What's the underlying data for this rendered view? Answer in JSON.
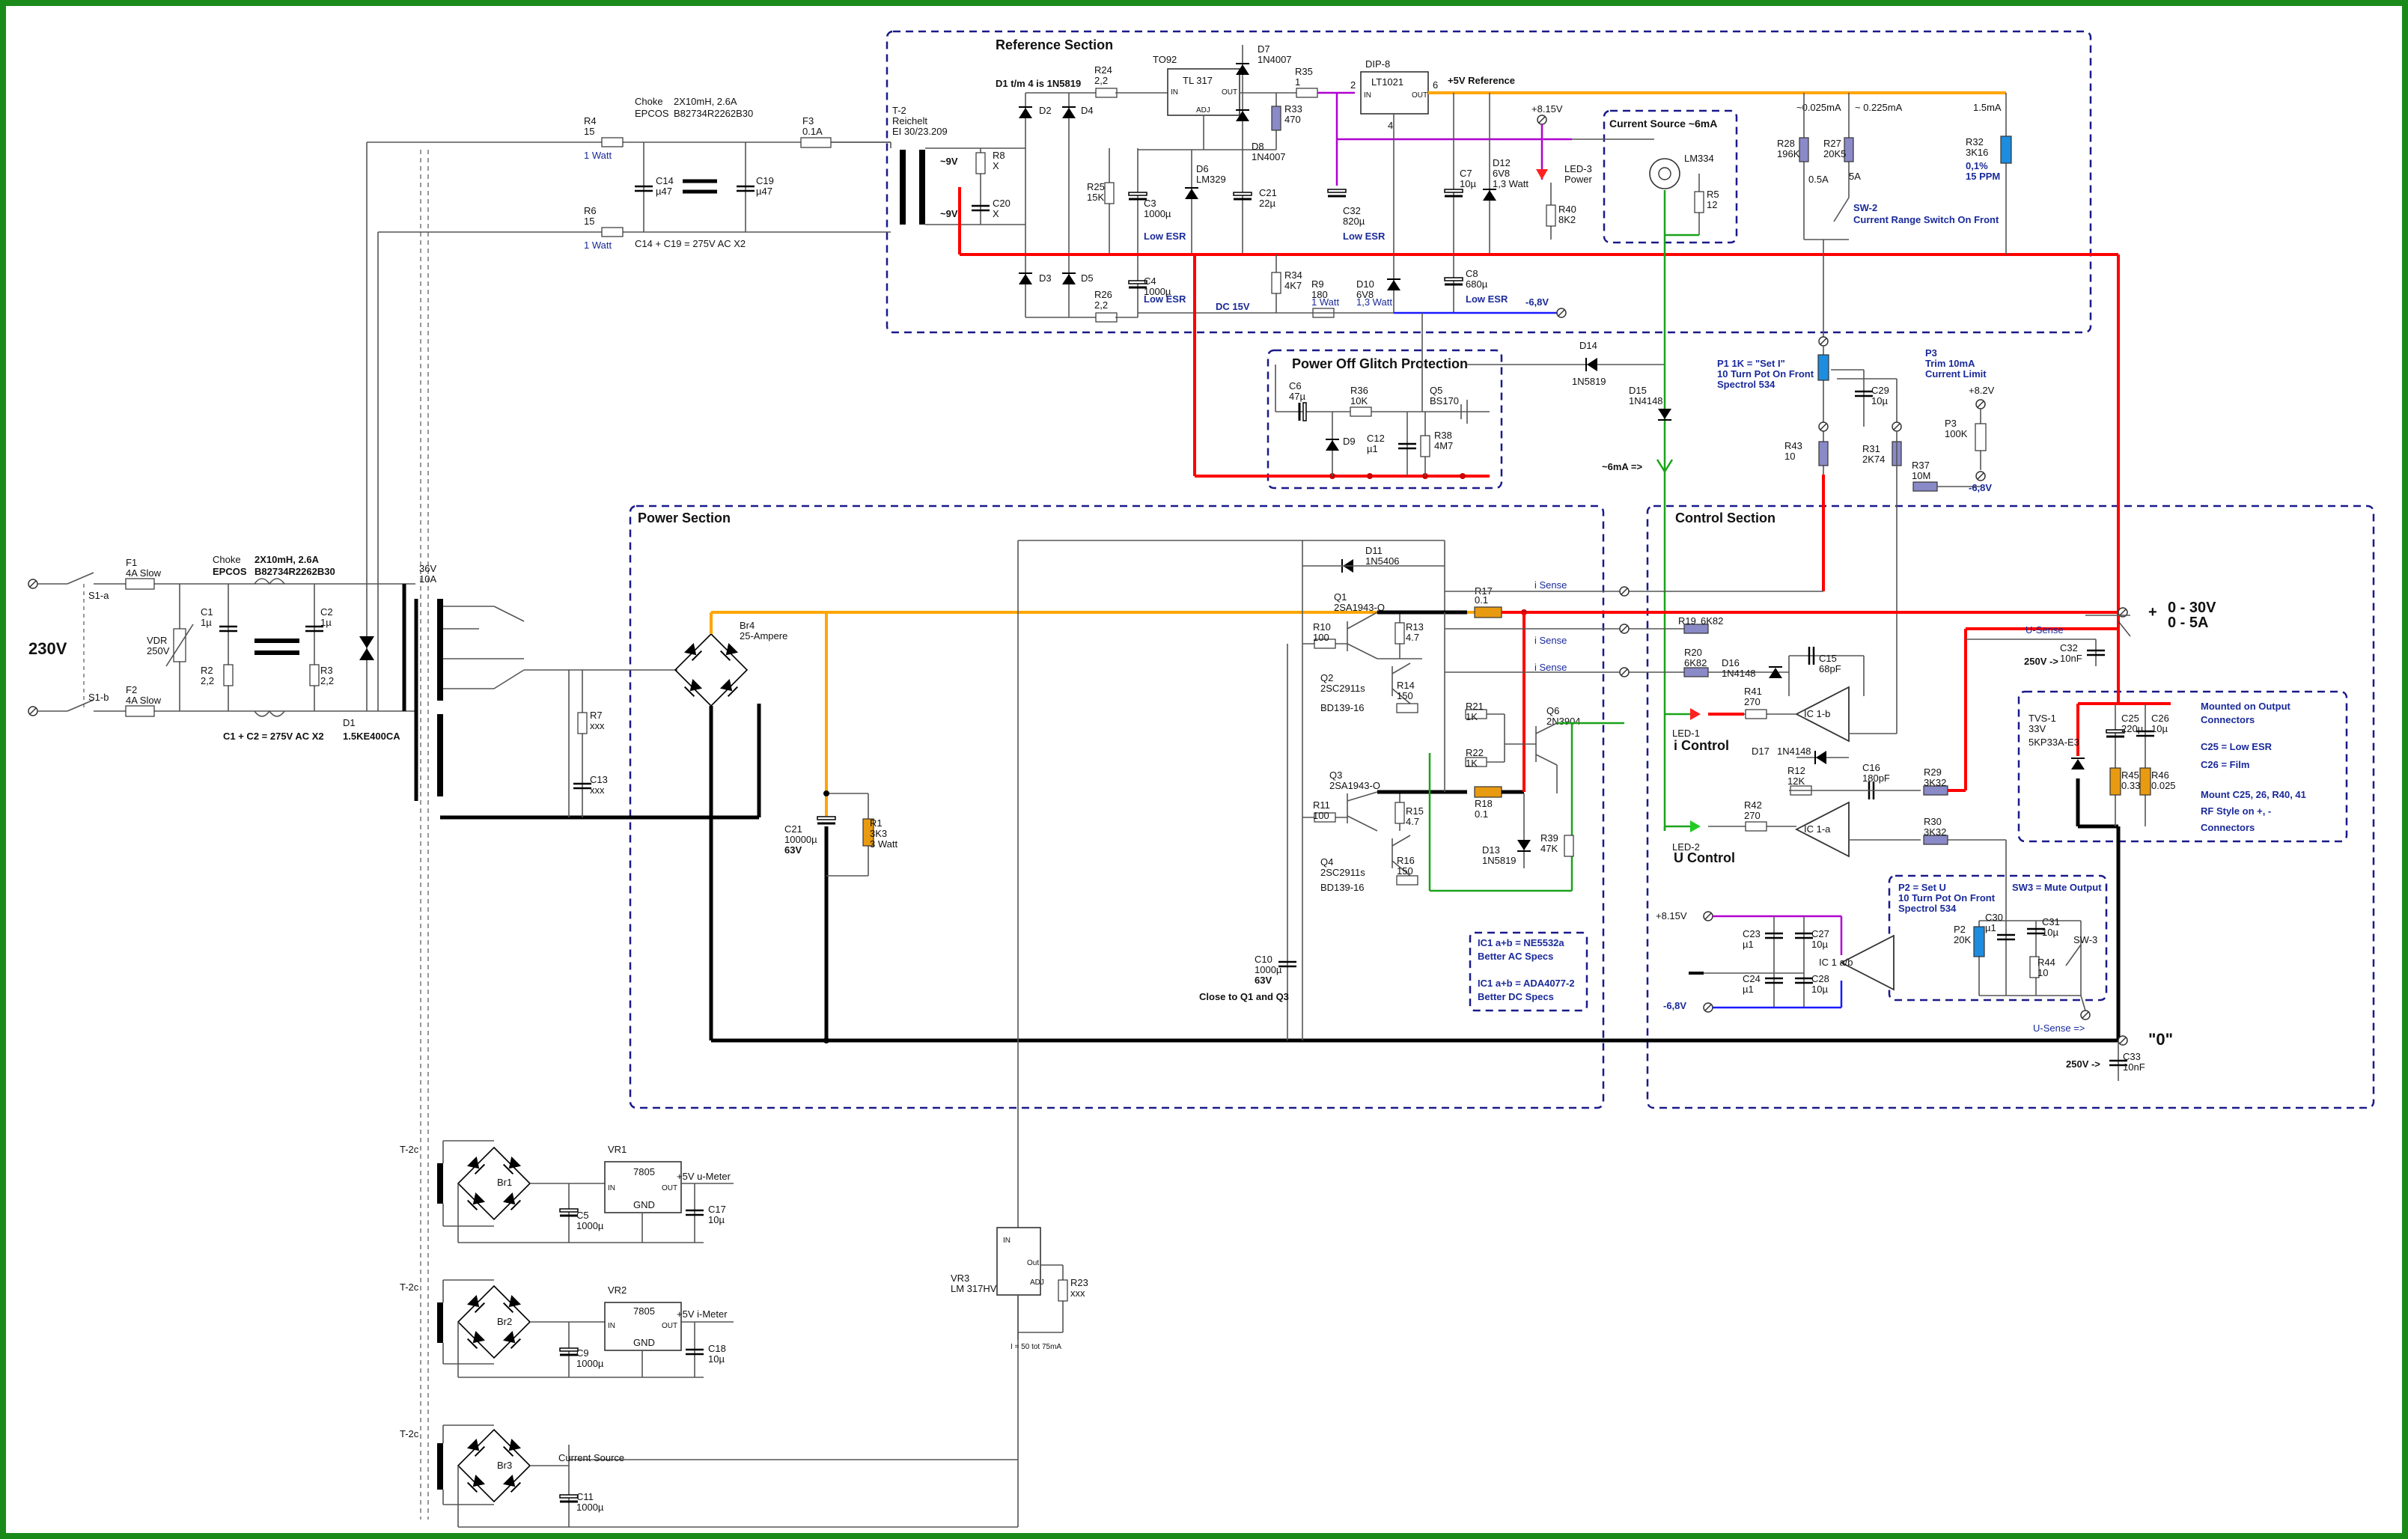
{
  "sections": {
    "reference": "Reference Section",
    "power": "Power Section",
    "control": "Control Section",
    "glitch": "Power Off Glitch Protection",
    "current_source": "Current Source ~6mA"
  },
  "mains": {
    "voltage": "230V",
    "s1a": "S1-a",
    "s1b": "S1-b",
    "f1": "F1",
    "f1v": "4A Slow",
    "f2": "F2",
    "f2v": "4A Slow",
    "vdr": "VDR",
    "vdrv": "250V",
    "c1": "C1",
    "c1v": "1µ",
    "r2": "R2",
    "r2v": "2,2",
    "choke": "Choke",
    "choke_v": "2X10mH, 2.6A",
    "epcos": "EPCOS",
    "part": "B82734R2262B30",
    "c2": "C2",
    "c2v": "1µ",
    "r3": "R3",
    "r3v": "2,2",
    "d1": "D1",
    "d1v": "1.5KE400CA",
    "note": "C1 + C2 = 275V AC X2",
    "trafo": "36V",
    "trafo_a": "10A"
  },
  "aux": {
    "r4": "R4",
    "r4v": "15",
    "r4w": "1 Watt",
    "r6": "R6",
    "r6v": "15",
    "r6w": "1 Watt",
    "choke": "Choke",
    "choke_v": "2X10mH, 2.6A",
    "epcos": "EPCOS",
    "part": "B82734R2262B30",
    "c14": "C14",
    "c14v": "µ47",
    "c19": "C19",
    "c19v": "µ47",
    "note": "C14 + C19 = 275V AC X2",
    "f3": "F3",
    "f3v": "0.1A",
    "t2": "T-2",
    "t2a": "Reichelt",
    "t2b": "EI 30/23.209",
    "p9": "~9V",
    "n9": "~9V"
  },
  "ref": {
    "d1note": "D1 t/m 4 is 1N5819",
    "d2": "D2",
    "d3": "D3",
    "d4": "D4",
    "d5": "D5",
    "r8": "R8",
    "r8v": "X",
    "c20": "C20",
    "c20v": "X",
    "r24": "R24",
    "r24v": "2,2",
    "r26": "R26",
    "r26v": "2,2",
    "r25": "R25",
    "r25v": "15K",
    "to92": "TO92",
    "tl317": "TL 317",
    "in": "IN",
    "out": "OUT",
    "adj": "ADJ",
    "c3": "C3",
    "c3v": "1000µ",
    "esr1": "Low ESR",
    "c4": "C4",
    "c4v": "1000µ",
    "esr2": "Low ESR",
    "d6": "D6",
    "d6v": "LM329",
    "d7": "D7",
    "d7v": "1N4007",
    "d8": "D8",
    "d8v": "1N4007",
    "r33": "R33",
    "r33v": "470",
    "c21": "C21",
    "c21v": "22µ",
    "r34": "R34",
    "r34v": "4K7",
    "r9": "R9",
    "r9v": "180",
    "r9w": "1 Watt",
    "dc15": "DC 15V",
    "r35": "R35",
    "r35v": "1",
    "dip8": "DIP-8",
    "lt1021": "LT1021",
    "pin2": "2",
    "pin6": "6",
    "pin4": "4",
    "c32": "C32",
    "c32v": "820µ",
    "esr3": "Low ESR",
    "d10": "D10",
    "d10v": "6V8",
    "d10w": "1,3 Watt",
    "ref5": "+5V Reference",
    "v815": "+8.15V",
    "c7": "C7",
    "c7v": "10µ",
    "d12": "D12",
    "d12v": "6V8",
    "d12w": "1,3 Watt",
    "led3": "LED-3",
    "led3v": "Power",
    "r40": "R40",
    "r40v": "8K2",
    "c8": "C8",
    "c8v": "680µ",
    "esr4": "Low ESR",
    "neg": "-6,8V",
    "lm334": "LM334",
    "r5": "R5",
    "r5v": "12"
  },
  "range": {
    "i1": "~0.025mA",
    "i2": "~ 0.225mA",
    "i3": "1.5mA",
    "r28": "R28",
    "r28v": "196K",
    "r27": "R27",
    "r27v": "20K5",
    "a05": "0.5A",
    "a5": "5A",
    "sw2": "SW-2",
    "sw2d": "Current Range Switch On Front",
    "r32": "R32",
    "r32v": "3K16",
    "r32a": "0,1%",
    "r32b": "15 PPM"
  },
  "glitch": {
    "c6": "C6",
    "c6v": "47µ",
    "r36": "R36",
    "r36v": "10K",
    "q5": "Q5",
    "q5v": "BS170",
    "d9": "D9",
    "c12": "C12",
    "c12v": "µ1",
    "r38": "R38",
    "r38v": "4M7",
    "d14": "D14",
    "d14v": "1N5819",
    "d15": "D15",
    "d15v": "1N4148",
    "ma6": "~6mA =>"
  },
  "pots": {
    "p1": "P1 1K = \"Set I\"",
    "p1a": "10 Turn Pot On Front",
    "p1b": "Spectrol 534",
    "p3h": "P3",
    "p3a": "Trim 10mA",
    "p3b": "Current Limit",
    "c29": "C29",
    "c29v": "10µ",
    "r43": "R43",
    "r43v": "10",
    "r31": "R31",
    "r31v": "2K74",
    "r37": "R37",
    "r37v": "10M",
    "p3": "P3",
    "p3v": "100K",
    "v82": "+8.2V",
    "v68": "-6,8V"
  },
  "power": {
    "br4": "Br4",
    "br4v": "25-Ampere",
    "r7": "R7",
    "r7v": "xxx",
    "c13": "C13",
    "c13v": "xxx",
    "c21": "C21",
    "c21v": "10000µ",
    "c21w": "63V",
    "r1": "R1",
    "r1v": "3K3",
    "r1w": "3 Watt",
    "d11": "D11",
    "d11v": "1N5406",
    "q1": "Q1",
    "q1v": "2SA1943-O",
    "r10": "R10",
    "r10v": "100",
    "r13": "R13",
    "r13v": "4.7",
    "q2": "Q2",
    "q2v": "2SC2911s",
    "q2b": "BD139-16",
    "r14": "R14",
    "r14v": "150",
    "r17": "R17",
    "r17v": "0.1",
    "q3": "Q3",
    "q3v": "2SA1943-O",
    "r11": "R11",
    "r11v": "100",
    "r15": "R15",
    "r15v": "4.7",
    "q4": "Q4",
    "q4v": "2SC2911s",
    "q4b": "BD139-16",
    "r16": "R16",
    "r16v": "150",
    "r18": "R18",
    "r18v": "0.1",
    "r21": "R21",
    "r21v": "1K",
    "r22": "R22",
    "r22v": "1K",
    "q6": "Q6",
    "q6v": "2N3904",
    "d13": "D13",
    "d13v": "1N5819",
    "r39": "R39",
    "r39v": "47K",
    "c10": "C10",
    "c10v": "1000µ",
    "c10w": "63V",
    "close": "Close to Q1 and Q3"
  },
  "ic": {
    "n1": "IC1 a+b = NE5532a",
    "n1b": "Better AC Specs",
    "n2": "IC1 a+b = ADA4077-2",
    "n2b": "Better DC Specs"
  },
  "control": {
    "isense1": "i Sense",
    "isense2": "i Sense",
    "isense3": "i Sense",
    "r19": "R19",
    "r19v": "6K82",
    "r20": "R20",
    "r20v": "6K82",
    "d16": "D16",
    "d16v": "1N4148",
    "c15": "C15",
    "c15v": "68pF",
    "r41": "R41",
    "r41v": "270",
    "ic1b": "IC 1-b",
    "led1": "LED-1",
    "ictl": "i Control",
    "d17": "D17",
    "d17v": "1N4148",
    "r12": "R12",
    "r12v": "12K",
    "c16": "C16",
    "c16v": "180pF",
    "r29": "R29",
    "r29v": "3K32",
    "r42": "R42",
    "r42v": "270",
    "ic1a": "IC 1-a",
    "led2": "LED-2",
    "uctl": "U Control",
    "r30": "R30",
    "r30v": "3K32",
    "v815": "+8.15V",
    "c23": "C23",
    "c23v": "µ1",
    "c27": "C27",
    "c27v": "10µ",
    "c24": "C24",
    "c24v": "µ1",
    "c28": "C28",
    "c28v": "10µ",
    "ic1ab": "IC 1 a/b",
    "v68": "-6,8V"
  },
  "output": {
    "usense": "U-Sense",
    "range1": "0 - 30V",
    "range2": "0 - 5A",
    "plus": "+",
    "v250": "250V ->",
    "c32": "C32",
    "c32v": "10nF",
    "zero": "\"0\"",
    "usense2": "U-Sense =>",
    "v250b": "250V ->",
    "c33": "C33",
    "c33v": "10nF",
    "mount1": "Mounted on Output",
    "mount2": "Connectors",
    "c25n": "C25 =  Low ESR",
    "c26n": "C26 =  Film",
    "m1": "Mount C25, 26, R40, 41",
    "m2": "RF Style on +, -",
    "m3": "Connectors",
    "tvs": "TVS-1",
    "tvsv": "33V",
    "tvsp": "5KP33A-E3",
    "c25": "C25",
    "c25v": "220µ",
    "c26": "C26",
    "c26v": "10µ",
    "r45": "R45",
    "r45v": "0.33",
    "r46": "R46",
    "r46v": "0.025"
  },
  "p2": {
    "h1": "P2 = Set U",
    "h2": "10 Turn Pot On Front",
    "h3": "Spectrol 534",
    "h4": "SW3 = Mute Output",
    "p2": "P2",
    "p2v": "20K",
    "c30": "C30",
    "c30v": "µ1",
    "c31": "C31",
    "c31v": "10µ",
    "r44": "R44",
    "r44v": "10",
    "sw3": "SW-3"
  },
  "supplies": {
    "t2c1": "T-2c",
    "t2c2": "T-2c",
    "t2c3": "T-2c",
    "br1": "Br1",
    "br2": "Br2",
    "br3": "Br3",
    "vr1": "VR1",
    "vr1v": "7805",
    "vr2": "VR2",
    "vr2v": "7805",
    "in": "IN",
    "out": "OUT",
    "gnd": "GND",
    "m1": "+5V u-Meter",
    "m2": "+5V i-Meter",
    "c5": "C5",
    "c5v": "1000µ",
    "c17": "C17",
    "c17v": "10µ",
    "c9": "C9",
    "c9v": "1000µ",
    "c18": "C18",
    "c18v": "10µ",
    "cs": "Current Source",
    "c11": "C11",
    "c11v": "1000µ",
    "vr3": "VR3",
    "vr3v": "LM 317HV",
    "vin": "IN",
    "vout": "Out",
    "vadj": "ADJ",
    "r23": "R23",
    "r23v": "xxx",
    "i": "I = 50 tot 75mA"
  },
  "colors": {
    "border": "#1a8a1a",
    "box": "#1a1a8a",
    "positive": "#ff0000",
    "raw": "#ffa500",
    "ground": "#000000",
    "reference": "#1aa31a",
    "negative": "#1a1aff",
    "supply": "#b000d0",
    "resistor": "#8a8ac8",
    "shunt": "#e89a10",
    "precision": "#1e8de0"
  }
}
